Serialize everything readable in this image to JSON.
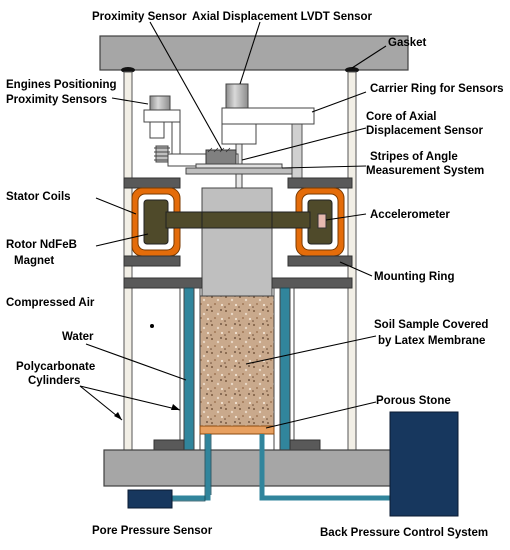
{
  "labels": {
    "proximity_sensor": "Proximity Sensor",
    "axial_lvdt": "Axial Displacement LVDT Sensor",
    "gasket": "Gasket",
    "engines_positioning_1": "Engines Positioning",
    "engines_positioning_2": "Proximity Sensors",
    "carrier_ring": "Carrier Ring for Sensors",
    "core_axial_1": "Core of Axial",
    "core_axial_2": "Displacement Sensor",
    "stripes_1": "Stripes of Angle",
    "stripes_2": "Measurement System",
    "stator_coils": "Stator Coils",
    "accelerometer": "Accelerometer",
    "rotor_1": "Rotor NdFeB",
    "rotor_2": "Magnet",
    "mounting_ring": "Mounting Ring",
    "compressed_air": "Compressed Air",
    "water": "Water",
    "soil_sample_1": "Soil Sample Covered",
    "soil_sample_2": "by Latex Membrane",
    "polycarbonate_1": "Polycarbonate",
    "polycarbonate_2": "Cylinders",
    "porous_stone": "Porous Stone",
    "pore_pressure_sensor": "Pore Pressure Sensor",
    "back_pressure": "Back Pressure Control System"
  },
  "colors": {
    "frame_gray": "#a6a6a6",
    "frame_dark": "#595959",
    "stator_orange": "#e46c0a",
    "rotor_olive": "#4f4a2a",
    "water_teal": "#31859c",
    "sensor_blue": "#17375e",
    "porous_orange": "#e8a060",
    "accelerometer_pink": "#e6b8af"
  }
}
